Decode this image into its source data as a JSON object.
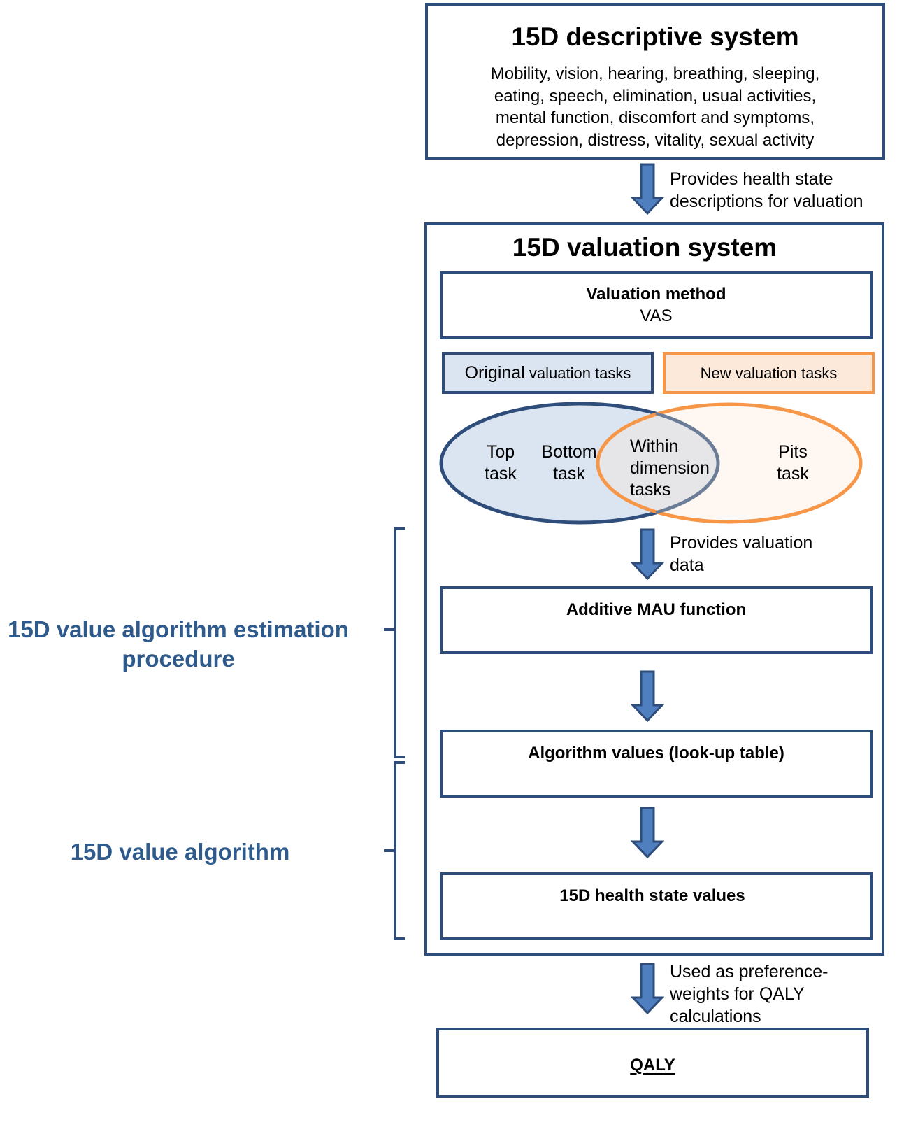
{
  "descriptive_system": {
    "title": "15D descriptive system",
    "lines": [
      "Mobility, vision, hearing, breathing, sleeping,",
      "eating, speech,  elimination, usual activities,",
      "mental function, discomfort and symptoms,",
      "depression, distress, vitality, sexual activity"
    ]
  },
  "arrow1_text": [
    "Provides health state",
    "descriptions for valuation"
  ],
  "valuation_system": {
    "title": "15D valuation system",
    "method_label": "Valuation method",
    "method_value": "VAS",
    "original_tasks_word": "Original",
    "original_tasks_rest": " valuation tasks",
    "new_tasks": "New valuation tasks",
    "venn": {
      "top_task": [
        "Top",
        "task"
      ],
      "bottom_task": [
        "Bottom",
        "task"
      ],
      "within_task": [
        "Within",
        "dimension",
        "tasks"
      ],
      "pits_task": [
        "Pits",
        "task"
      ]
    }
  },
  "arrow2_text": [
    "Provides valuation",
    "data"
  ],
  "mau_box": "Additive MAU function",
  "algorithm_box": "Algorithm values (look-up table)",
  "health_values_box": "15D health state values",
  "arrow5_text": [
    "Used as preference-",
    "weights for QALY",
    "calculations"
  ],
  "qaly_box": "QALY",
  "side_labels": {
    "estimation": [
      "15D value algorithm estimation",
      "procedure"
    ],
    "algorithm": "15D value algorithm"
  },
  "colors": {
    "box_border": "#2e4d7b",
    "label_blue": "#2e5a8c",
    "arrow_fill": "#4f7fbf",
    "arrow_stroke": "#2e4d7b",
    "original_fill": "#dbe5f2",
    "new_fill": "#fde9d9",
    "new_border": "#f79646"
  }
}
